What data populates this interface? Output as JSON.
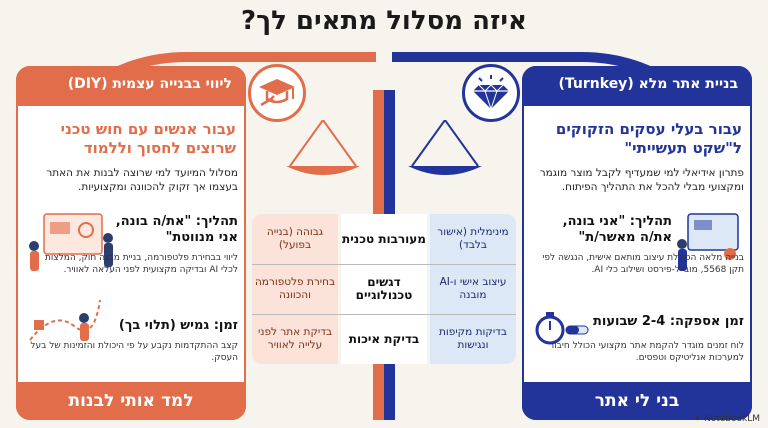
{
  "title": "איזה מסלול מתאים לך?",
  "colors": {
    "diy": "#e26d4a",
    "turnkey": "#22349a"
  },
  "left": {
    "header": "ליווי בבנייה עצמית (DIY)",
    "subtitle": "עבור אנשים עם חוש טכני שרוצים לחסוך וללמוד",
    "description": "מסלול המיועד למי שרוצה לבנות את האתר בעצמו אך זקוק להכוונה ומקצועיות.",
    "process_title": "תהליך: \"את/ה בונה, אני מנווטת\"",
    "process_text": "ליווי בבחירת פלטפורמה, בניית מבנה חוק, המלצות לכלי AI ובדיקה מקצועית לפני העלאה לאוויר.",
    "time_title": "זמן: גמיש (תלוי בך)",
    "time_text": "קצב ההתקדמות נקבע על פי היכולת והזמינות של בעל העסק.",
    "footer": "למד אותי לבנות"
  },
  "right": {
    "header": "בניית אתר מלא (Turnkey)",
    "subtitle": "עבור בעלי עסקים הזקוקים ל\"שקט תעשייתי\"",
    "description": "פתרון אידיאלי למי שמעדיף לקבל מוצר מוגמר ומקצועי מבלי להכל את התהליך הפיתוח.",
    "process_title": "תהליך: \"אני בונה, את/ה מאשר/ת\"",
    "process_text": "בנייה מלאה הכוללת עיצוב מותאם אישית, הנגשה לפי תקן 5568, מובייל-פירסט ושילוב כלי AI.",
    "time_title": "זמן אספקה: 2-4 שבועות",
    "time_text": "לוח זמנים מוגדר להקמת אתר מקצועי הכולל חיבור למערכות אנליטיקס וטפסים.",
    "footer": "בני לי אתר"
  },
  "table": {
    "rows": [
      {
        "label": "מעורבות טכנית",
        "diy": "גבוהה (בנייה בפועל)",
        "turnkey": "מינימלית (אישור בלבד)"
      },
      {
        "label": "דגשים טכנולוגיים",
        "diy": "בחירת פלטפורמה והכוונה",
        "turnkey": "עיצוב אישי ו-AI מובנה"
      },
      {
        "label": "בדיקת איכות",
        "diy": "בדיקת אתר לפני עלייה לאוויר",
        "turnkey": "בדיקות מקיפות ונגישות"
      }
    ]
  },
  "brand": "NotebookLM",
  "icons": {
    "diy": "graduation-cap-wrench-icon",
    "turnkey": "diamond-icon"
  }
}
